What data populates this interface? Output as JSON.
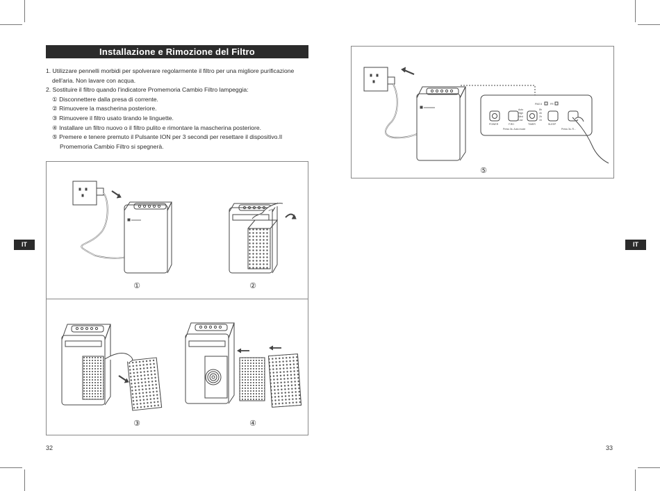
{
  "title": "Installazione e Rimozione del Filtro",
  "instructions": {
    "item1_line1": "1. Utilizzare pennelli morbidi per spolverare regolarmente il filtro per una migliore purificazione",
    "item1_line2": "dell'aria. Non lavare con acqua.",
    "item2": "2. Sostituire il filtro quando l'indicatore Promemoria Cambio Filtro lampeggia:",
    "steps": [
      "① Disconnettere dalla presa di corrente.",
      "② Rimuovere la mascherina posteriore.",
      "③ Rimuovere il filtro usato tirando le linguette.",
      "④ Installare un filtro nuovo o il filtro pulito e rimontare la mascherina posteriore.",
      "⑤ Premere e tenere premuto il Pulsante ION per 3 secondi per resettare il dispositivo.Il"
    ],
    "step5_cont": "Promemoria Cambio Filtro si spegnerà."
  },
  "figures": {
    "labels": [
      "①",
      "②",
      "③",
      "④",
      "⑤"
    ]
  },
  "control_panel": {
    "buttons": [
      "POWER",
      "F.RH",
      "TIMER",
      "SLEEP"
    ],
    "fan_levels": [
      "Auto",
      "High",
      "Med",
      "Low"
    ],
    "timer_levels": [
      "8h",
      "4h",
      "2h",
      "1h"
    ],
    "hint_left": "Press 3s. Auto mode",
    "hint_right": "Press 3s. R...",
    "indicators": [
      "PM2.5",
      "FR"
    ]
  },
  "side_tabs": {
    "left": "IT",
    "right": "IT"
  },
  "page_numbers": {
    "left": "32",
    "right": "33"
  },
  "colors": {
    "dark_bar": "#2b2b2b",
    "line": "#888888"
  }
}
